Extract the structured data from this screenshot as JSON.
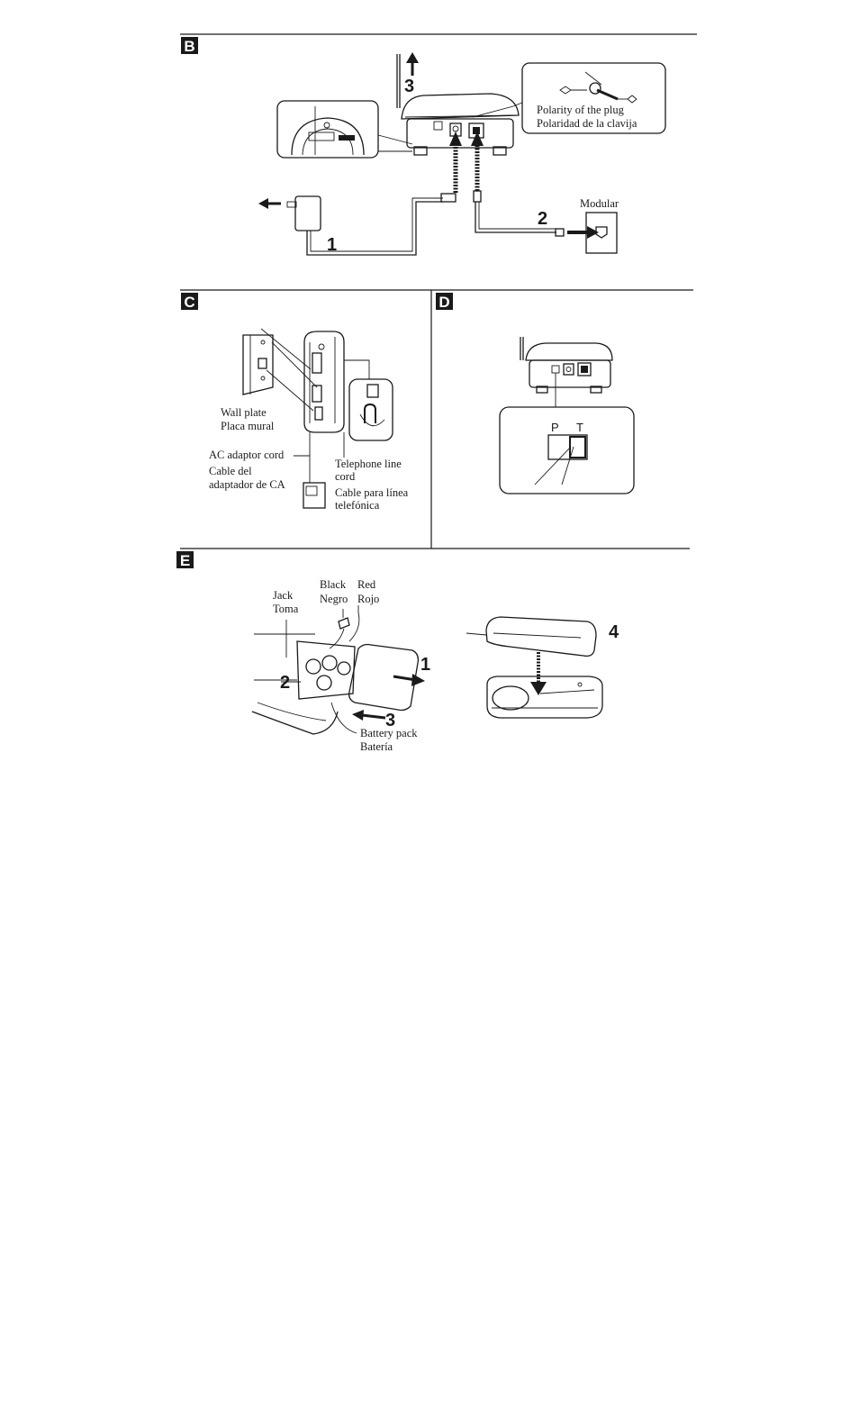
{
  "sections": {
    "b": {
      "badge": "B",
      "step1": "1",
      "step2": "2",
      "step3": "3",
      "polarity_en": "Polarity of the plug",
      "polarity_es": "Polaridad de la clavija",
      "modular": "Modular"
    },
    "c": {
      "badge": "C",
      "wall_plate_en": "Wall plate",
      "wall_plate_es": "Placa mural",
      "ac_cord_en": "AC adaptor cord",
      "ac_cord_es_1": "Cable del",
      "ac_cord_es_2": "adaptador de CA",
      "tel_cord_en_1": "Telephone line",
      "tel_cord_en_2": "cord",
      "tel_cord_es_1": "Cable para línea",
      "tel_cord_es_2": "telefónica"
    },
    "d": {
      "badge": "D",
      "switch_p": "P",
      "switch_t": "T"
    },
    "e": {
      "badge": "E",
      "black_en": "Black",
      "black_es": "Negro",
      "red_en": "Red",
      "red_es": "Rojo",
      "jack_en": "Jack",
      "jack_es": "Toma",
      "battery_en": "Battery pack",
      "battery_es": "Batería",
      "step1": "1",
      "step2": "2",
      "step3": "3",
      "step4": "4"
    }
  }
}
